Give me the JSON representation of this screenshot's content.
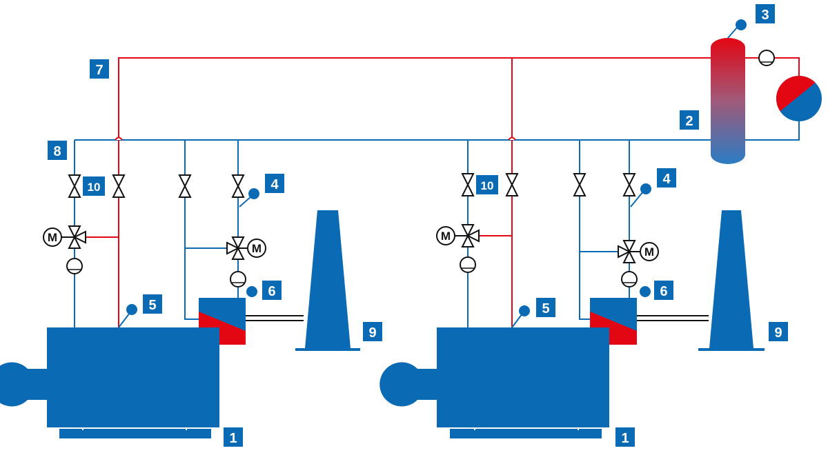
{
  "labels": {
    "boiler": "1",
    "storage": "2",
    "vent": "3",
    "sensor_return": "4",
    "sensor_flow": "5",
    "sensor_hx": "6",
    "flow_line": "7",
    "return_line": "8",
    "chimney": "9",
    "valve": "10"
  },
  "motor_label": "M",
  "colors": {
    "flow": "#e30613",
    "return": "#0a6ab3",
    "equipment": "#0a6ab3",
    "badge": "#0a6ab3",
    "hot": "#e30613",
    "stroke": "#111111"
  },
  "icons": [
    "check-valve-icon",
    "three-way-valve-icon",
    "shutoff-valve-icon",
    "pump-icon",
    "motor-icon",
    "heat-exchanger-icon",
    "chimney-icon",
    "boiler-icon",
    "burner-icon",
    "storage-tank-icon"
  ]
}
